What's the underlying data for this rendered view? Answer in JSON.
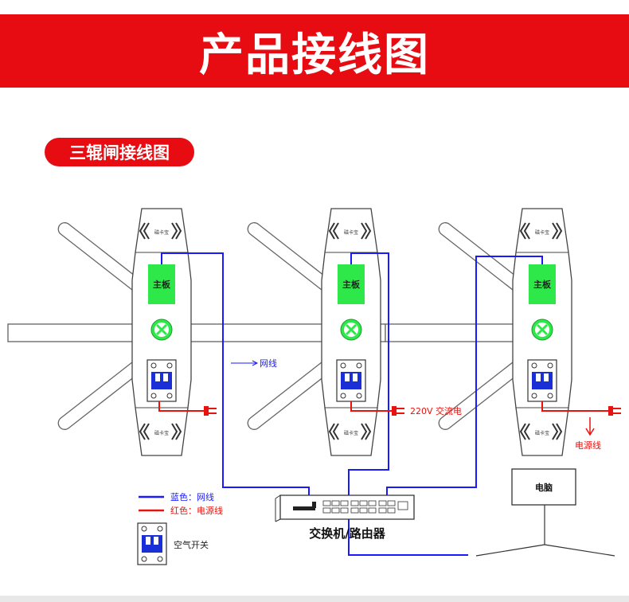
{
  "header": {
    "title": "产品接线图"
  },
  "section": {
    "title": "三辊闸接线图"
  },
  "gates": [
    {
      "board_label": "主板",
      "logo_text": "磁卡宝"
    },
    {
      "board_label": "主板",
      "logo_text": "磁卡宝"
    },
    {
      "board_label": "主板",
      "logo_text": "磁卡宝"
    }
  ],
  "labels": {
    "network_cable": "网线",
    "ac_power": "220V 交流电",
    "power_cable": "电源线",
    "switch_router": "交换机/路由器",
    "computer": "电脑"
  },
  "legend": {
    "blue": "蓝色：网线",
    "red": "红色：电源线",
    "breaker": "空气开关"
  },
  "colors": {
    "brand_red": "#e60c12",
    "network_blue": "#1a1aff",
    "power_red": "#e8130f",
    "board_green": "#2ee84a",
    "breaker_blue": "#1a2fd6"
  }
}
